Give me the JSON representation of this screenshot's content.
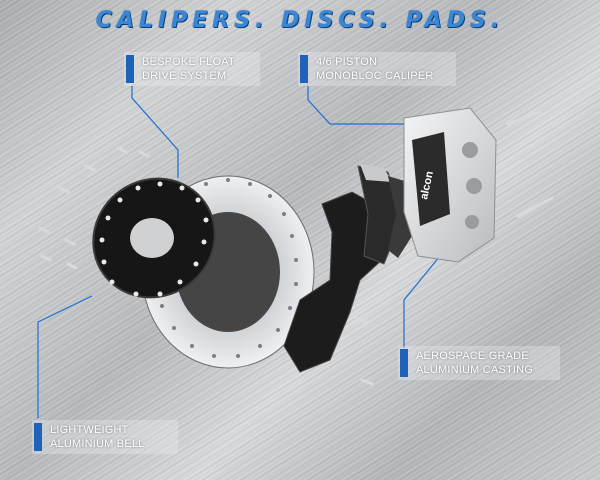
{
  "title": "CALIPERS. DISCS. PADS.",
  "callouts": {
    "float_drive": {
      "line1": "BESPOKE FLOAT",
      "line2": "DRIVE SYSTEM"
    },
    "caliper": {
      "line1": "4/6 PISTON",
      "line2": "MONOBLOC CALIPER"
    },
    "casting": {
      "line1": "AEROSPACE GRADE",
      "line2": "ALUMINIUM CASTING"
    },
    "bell": {
      "line1": "LIGHTWEIGHT",
      "line2": "ALUMINIUM BELL"
    }
  },
  "caliper_logo": "alcon",
  "colors": {
    "accent": "#1e63b8",
    "title": "#3a86d6",
    "leader_line": "#1e6fd0"
  }
}
